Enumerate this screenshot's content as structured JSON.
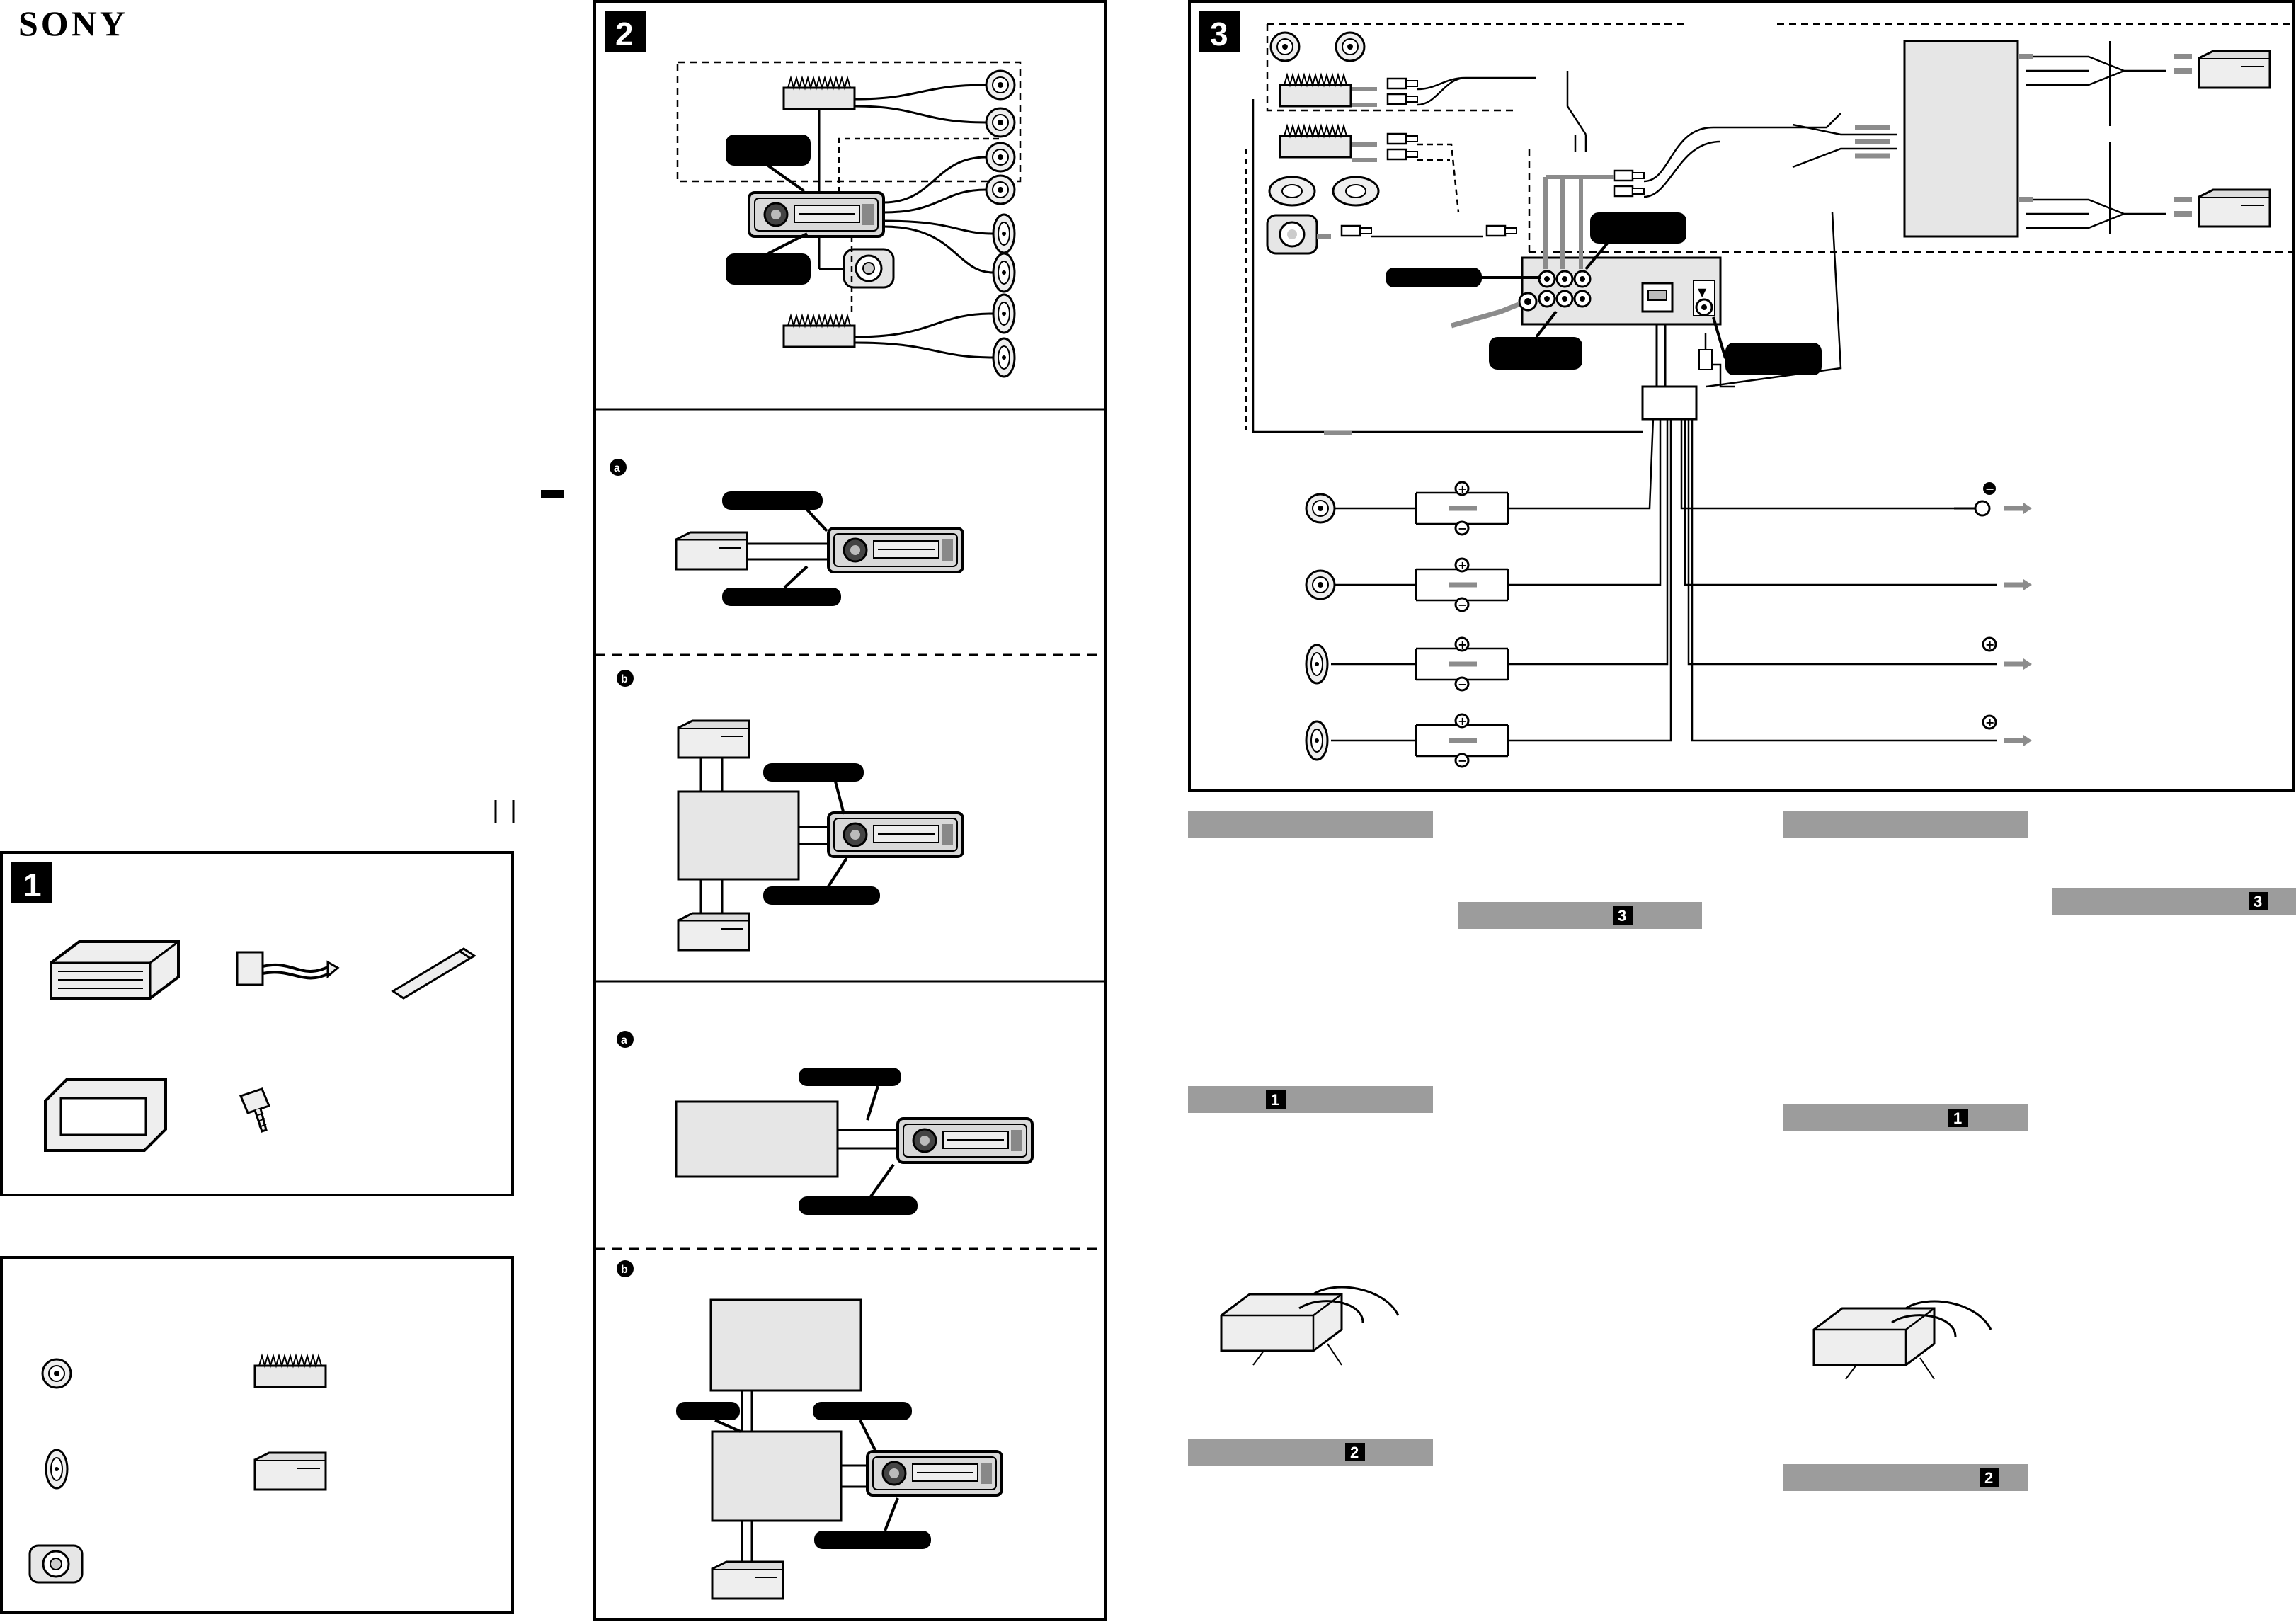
{
  "brand": "SONY",
  "panels": {
    "p1": {
      "number": "1"
    },
    "p2": {
      "number": "2"
    },
    "p3": {
      "number": "3"
    }
  },
  "sub_labels": {
    "a": "a",
    "b": "b"
  },
  "section_badges": [
    "3",
    "1",
    "2",
    "3",
    "1",
    "2"
  ],
  "symbols": {
    "plus": "+",
    "minus": "−",
    "down_arrow": "▼"
  },
  "colors": {
    "ink": "#000000",
    "gray": "#8c8c8c",
    "box_fill": "#e6e6e6",
    "bar": "#9c9c9c"
  }
}
